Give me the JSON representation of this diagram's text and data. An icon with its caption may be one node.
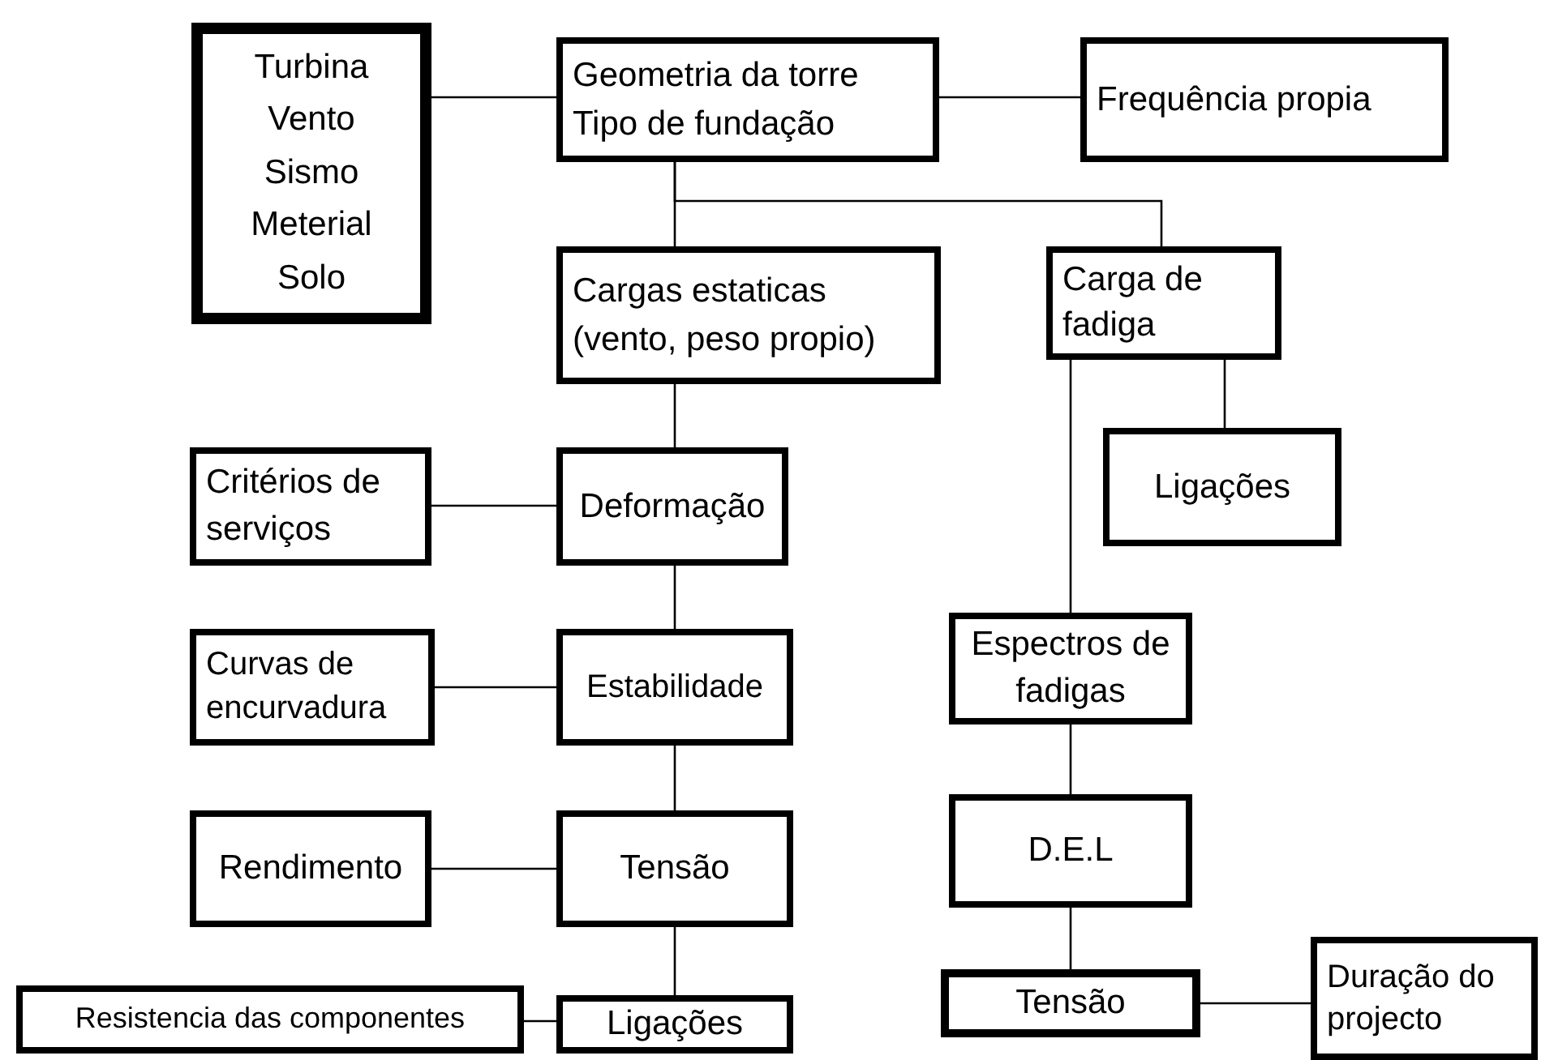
{
  "diagram": {
    "nodes": [
      {
        "text": [
          "Turbina",
          "Vento",
          "Sismo",
          "Meterial",
          "Solo"
        ]
      },
      {
        "text": [
          "Geometria da torre",
          "Tipo de fundação"
        ]
      },
      {
        "text": [
          "Frequência propia"
        ]
      },
      {
        "text": [
          "Cargas estaticas (vento, peso propio)"
        ]
      },
      {
        "text": [
          "Carga de fadiga"
        ]
      },
      {
        "text": [
          "Ligações"
        ]
      },
      {
        "text": [
          "Critérios de serviços"
        ]
      },
      {
        "text": [
          "Deformação"
        ]
      },
      {
        "text": [
          "Curvas  de encurvadura"
        ]
      },
      {
        "text": [
          "Estabilidade"
        ]
      },
      {
        "text": [
          "Espectros de fadigas"
        ]
      },
      {
        "text": [
          "Rendimento"
        ]
      },
      {
        "text": [
          "Tensão"
        ]
      },
      {
        "text": [
          "D.E.L"
        ]
      },
      {
        "text": [
          "Resistencia das componentes"
        ]
      },
      {
        "text": [
          "Ligações"
        ]
      },
      {
        "text": [
          "Tensão"
        ]
      },
      {
        "text": [
          "Duração do projecto"
        ]
      }
    ],
    "edges": [
      {
        "from": 0,
        "to": 1,
        "arrow": "none"
      },
      {
        "from": 1,
        "to": 2,
        "arrow": "none"
      },
      {
        "from": 1,
        "to": 3,
        "arrow": "none"
      },
      {
        "from": 1,
        "to": 4,
        "arrow": "none"
      },
      {
        "from": 3,
        "to": 7,
        "arrow": "none"
      },
      {
        "from": 4,
        "to": 5,
        "arrow": "none"
      },
      {
        "from": 4,
        "to": 10,
        "arrow": "none"
      },
      {
        "from": 6,
        "to": 7,
        "arrow": "none"
      },
      {
        "from": 7,
        "to": 9,
        "arrow": "none"
      },
      {
        "from": 8,
        "to": 9,
        "arrow": "none"
      },
      {
        "from": 9,
        "to": 12,
        "arrow": "none"
      },
      {
        "from": 11,
        "to": 12,
        "arrow": "none"
      },
      {
        "from": 12,
        "to": 15,
        "arrow": "none"
      },
      {
        "from": 14,
        "to": 15,
        "arrow": "none"
      },
      {
        "from": 10,
        "to": 13,
        "arrow": "none"
      },
      {
        "from": 13,
        "to": 16,
        "arrow": "none"
      },
      {
        "from": 16,
        "to": 17,
        "arrow": "none"
      }
    ]
  }
}
